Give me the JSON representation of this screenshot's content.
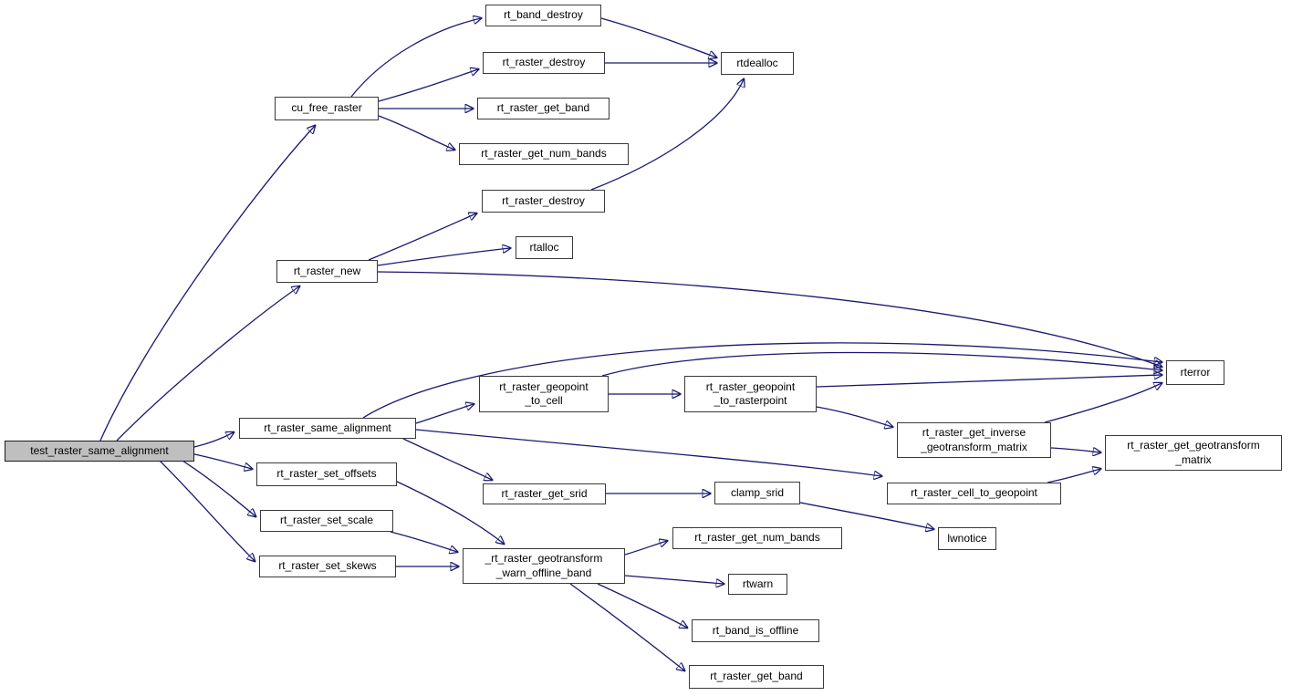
{
  "diagram": {
    "type": "call-graph",
    "root_function": "test_raster_same_alignment",
    "colors": {
      "background": "#ffffff",
      "edge": "#191970",
      "node_fill": "#ffffff",
      "node_border": "#3a3a3a",
      "root_fill": "#bfbfbf",
      "text": "#000000"
    },
    "nodes": [
      {
        "id": "test_raster_same_alignment",
        "label": "test_raster_same_alignment"
      },
      {
        "id": "cu_free_raster",
        "label": "cu_free_raster"
      },
      {
        "id": "rt_band_destroy",
        "label": "rt_band_destroy"
      },
      {
        "id": "rt_raster_destroy_1",
        "label": "rt_raster_destroy"
      },
      {
        "id": "rtdealloc",
        "label": "rtdealloc"
      },
      {
        "id": "rt_raster_get_band_1",
        "label": "rt_raster_get_band"
      },
      {
        "id": "rt_raster_get_num_bands_1",
        "label": "rt_raster_get_num_bands"
      },
      {
        "id": "rt_raster_destroy_2",
        "label": "rt_raster_destroy"
      },
      {
        "id": "rtalloc",
        "label": "rtalloc"
      },
      {
        "id": "rt_raster_new",
        "label": "rt_raster_new"
      },
      {
        "id": "rterror",
        "label": "rterror"
      },
      {
        "id": "rt_raster_geopoint_to_cell",
        "label": "rt_raster_geopoint\n_to_cell"
      },
      {
        "id": "rt_raster_geopoint_to_rasterpoint",
        "label": "rt_raster_geopoint\n_to_rasterpoint"
      },
      {
        "id": "rt_raster_same_alignment",
        "label": "rt_raster_same_alignment"
      },
      {
        "id": "rt_raster_get_inverse_geotransform_matrix",
        "label": "rt_raster_get_inverse\n_geotransform_matrix"
      },
      {
        "id": "rt_raster_get_geotransform_matrix",
        "label": "rt_raster_get_geotransform\n_matrix"
      },
      {
        "id": "rt_raster_set_offsets",
        "label": "rt_raster_set_offsets"
      },
      {
        "id": "clamp_srid",
        "label": "clamp_srid"
      },
      {
        "id": "rt_raster_get_srid",
        "label": "rt_raster_get_srid"
      },
      {
        "id": "rt_raster_cell_to_geopoint",
        "label": "rt_raster_cell_to_geopoint"
      },
      {
        "id": "rt_raster_set_scale",
        "label": "rt_raster_set_scale"
      },
      {
        "id": "rt_raster_get_num_bands_2",
        "label": "rt_raster_get_num_bands"
      },
      {
        "id": "lwnotice",
        "label": "lwnotice"
      },
      {
        "id": "rt_raster_set_skews",
        "label": "rt_raster_set_skews"
      },
      {
        "id": "_rt_raster_geotransform_warn_offline_band",
        "label": "_rt_raster_geotransform\n_warn_offline_band"
      },
      {
        "id": "rtwarn",
        "label": "rtwarn"
      },
      {
        "id": "rt_band_is_offline",
        "label": "rt_band_is_offline"
      },
      {
        "id": "rt_raster_get_band_2",
        "label": "rt_raster_get_band"
      }
    ],
    "edges": [
      {
        "from": "test_raster_same_alignment",
        "to": "cu_free_raster"
      },
      {
        "from": "test_raster_same_alignment",
        "to": "rt_raster_new"
      },
      {
        "from": "test_raster_same_alignment",
        "to": "rt_raster_same_alignment"
      },
      {
        "from": "test_raster_same_alignment",
        "to": "rt_raster_set_offsets"
      },
      {
        "from": "test_raster_same_alignment",
        "to": "rt_raster_set_scale"
      },
      {
        "from": "test_raster_same_alignment",
        "to": "rt_raster_set_skews"
      },
      {
        "from": "cu_free_raster",
        "to": "rt_band_destroy"
      },
      {
        "from": "cu_free_raster",
        "to": "rt_raster_destroy_1"
      },
      {
        "from": "cu_free_raster",
        "to": "rt_raster_get_band_1"
      },
      {
        "from": "cu_free_raster",
        "to": "rt_raster_get_num_bands_1"
      },
      {
        "from": "rt_band_destroy",
        "to": "rtdealloc"
      },
      {
        "from": "rt_raster_destroy_1",
        "to": "rtdealloc"
      },
      {
        "from": "rt_raster_destroy_2",
        "to": "rtdealloc"
      },
      {
        "from": "rt_raster_new",
        "to": "rt_raster_destroy_2"
      },
      {
        "from": "rt_raster_new",
        "to": "rtalloc"
      },
      {
        "from": "rt_raster_new",
        "to": "rterror"
      },
      {
        "from": "rt_raster_same_alignment",
        "to": "rt_raster_geopoint_to_cell"
      },
      {
        "from": "rt_raster_same_alignment",
        "to": "rterror"
      },
      {
        "from": "rt_raster_same_alignment",
        "to": "rt_raster_get_srid"
      },
      {
        "from": "rt_raster_same_alignment",
        "to": "rt_raster_cell_to_geopoint"
      },
      {
        "from": "rt_raster_geopoint_to_cell",
        "to": "rt_raster_geopoint_to_rasterpoint"
      },
      {
        "from": "rt_raster_geopoint_to_cell",
        "to": "rterror"
      },
      {
        "from": "rt_raster_geopoint_to_rasterpoint",
        "to": "rterror"
      },
      {
        "from": "rt_raster_geopoint_to_rasterpoint",
        "to": "rt_raster_get_inverse_geotransform_matrix"
      },
      {
        "from": "rt_raster_get_inverse_geotransform_matrix",
        "to": "rterror"
      },
      {
        "from": "rt_raster_get_inverse_geotransform_matrix",
        "to": "rt_raster_get_geotransform_matrix"
      },
      {
        "from": "rt_raster_cell_to_geopoint",
        "to": "rt_raster_get_geotransform_matrix"
      },
      {
        "from": "rt_raster_get_srid",
        "to": "clamp_srid"
      },
      {
        "from": "clamp_srid",
        "to": "lwnotice"
      },
      {
        "from": "rt_raster_set_offsets",
        "to": "_rt_raster_geotransform_warn_offline_band"
      },
      {
        "from": "rt_raster_set_scale",
        "to": "_rt_raster_geotransform_warn_offline_band"
      },
      {
        "from": "rt_raster_set_skews",
        "to": "_rt_raster_geotransform_warn_offline_band"
      },
      {
        "from": "_rt_raster_geotransform_warn_offline_band",
        "to": "rt_raster_get_num_bands_2"
      },
      {
        "from": "_rt_raster_geotransform_warn_offline_band",
        "to": "rtwarn"
      },
      {
        "from": "_rt_raster_geotransform_warn_offline_band",
        "to": "rt_band_is_offline"
      },
      {
        "from": "_rt_raster_geotransform_warn_offline_band",
        "to": "rt_raster_get_band_2"
      }
    ]
  }
}
